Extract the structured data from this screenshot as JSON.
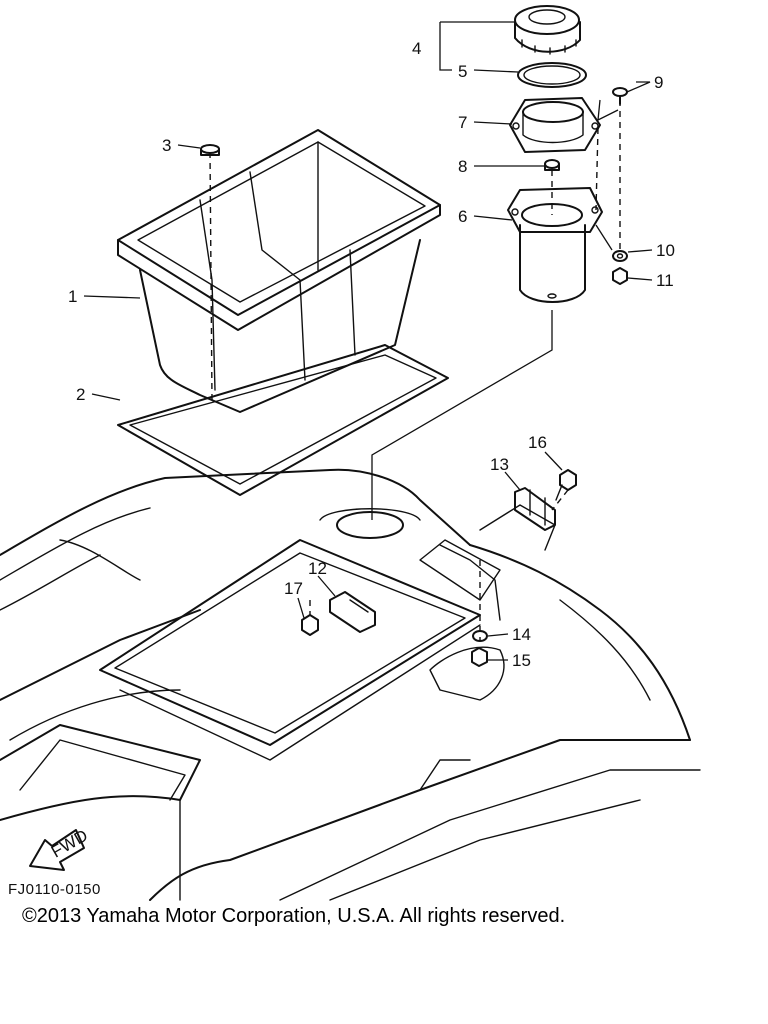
{
  "diagram": {
    "callouts": [
      "1",
      "2",
      "3",
      "4",
      "5",
      "6",
      "7",
      "8",
      "9",
      "10",
      "11",
      "12",
      "13",
      "14",
      "15",
      "16",
      "17"
    ],
    "fwd_label": "FWD",
    "figure_code": "FJ0110-0150",
    "copyright": "©2013 Yamaha Motor Corporation, U.S.A. All rights reserved."
  }
}
